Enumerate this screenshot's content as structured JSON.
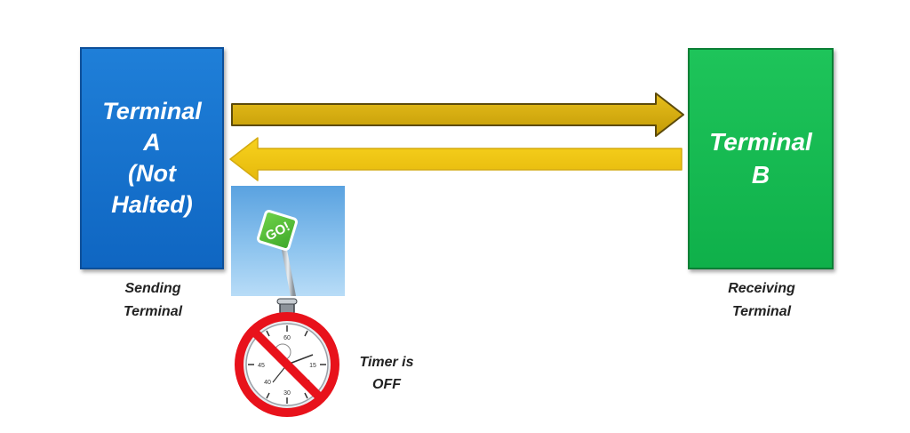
{
  "terminal_a": {
    "lines": [
      "Terminal",
      "A",
      "(Not",
      "Halted)"
    ],
    "caption": [
      "Sending",
      "Terminal"
    ]
  },
  "terminal_b": {
    "lines": [
      "Terminal",
      "B"
    ],
    "caption": [
      "Receiving",
      "Terminal"
    ]
  },
  "go_sign": {
    "text": "GO!"
  },
  "timer": {
    "caption": [
      "Timer is",
      "OFF"
    ]
  },
  "colors": {
    "terminal_a": "#0f66c2",
    "terminal_b": "#0fb04a",
    "arrow_fill": "#d4a90c",
    "arrow_fill_light": "#f2c414",
    "no_symbol": "#e8121b"
  }
}
